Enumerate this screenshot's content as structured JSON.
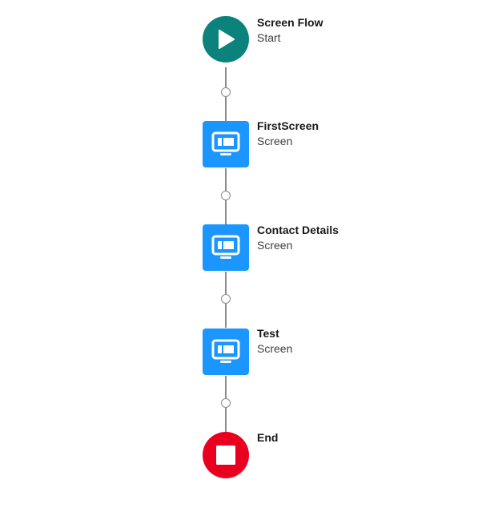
{
  "colors": {
    "start": "#0b827c",
    "screen": "#1b96ff",
    "end": "#ea001e",
    "connector": "#8a8a8a"
  },
  "flow": {
    "nodes": [
      {
        "title": "Screen Flow",
        "type": "Start",
        "icon": "play-icon"
      },
      {
        "title": "FirstScreen",
        "type": "Screen",
        "icon": "monitor-icon"
      },
      {
        "title": "Contact Details",
        "type": "Screen",
        "icon": "monitor-icon"
      },
      {
        "title": "Test",
        "type": "Screen",
        "icon": "monitor-icon"
      },
      {
        "title": "End",
        "type": "",
        "icon": "stop-icon"
      }
    ]
  }
}
